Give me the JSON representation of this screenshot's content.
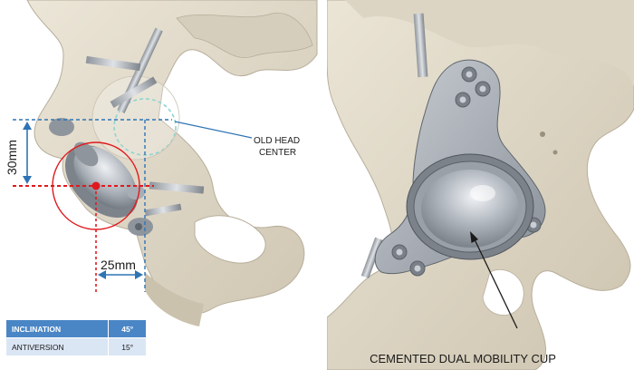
{
  "left": {
    "old_head_label_line1": "OLD HEAD",
    "old_head_label_line2": "CENTER",
    "vertical_measure": "30mm",
    "horizontal_measure": "25mm",
    "table": [
      {
        "param": "INCLINATION",
        "value": "45°"
      },
      {
        "param": "ANTIVERSION",
        "value": "15°"
      }
    ]
  },
  "right": {
    "cup_label": "CEMENTED DUAL MOBILITY CUP"
  },
  "colors": {
    "bone": "#ded7c6",
    "bone_shadow": "#b7ae9b",
    "implant": "#9da3ab",
    "measure_blue": "#2e74b5",
    "offset_red": "#e0191e",
    "old_center_teal": "#6cc7c1",
    "table_header": "#4a86c6",
    "table_alt": "#dbe6f4"
  },
  "icons": [
    "screw-icon",
    "acetabular-cup-icon",
    "femoral-head-icon"
  ]
}
